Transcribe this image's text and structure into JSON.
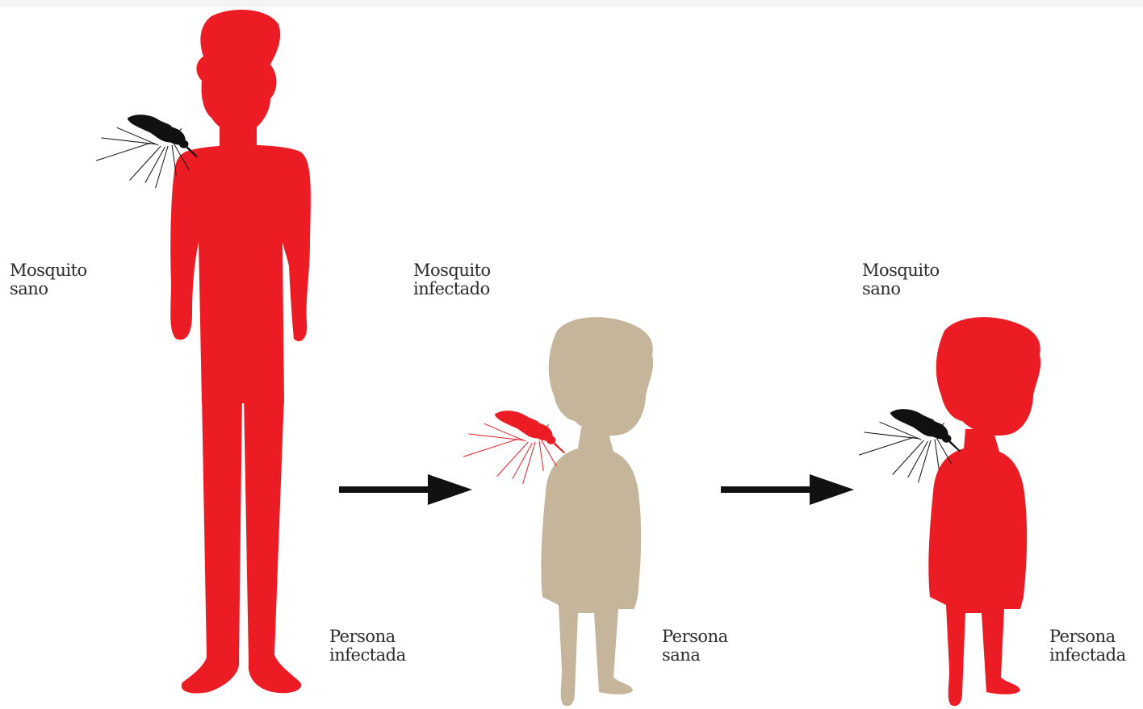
{
  "colors": {
    "infected": "#ec1c24",
    "healthy": "#c4b59b",
    "healthy_mosquito": "#111111",
    "infected_mosquito": "#ec1c24",
    "arrow": "#111111",
    "text": "#2b2b2b"
  },
  "stages": [
    {
      "mosquito_label": [
        "Mosquito",
        "sano"
      ],
      "person_label": [
        "Persona",
        "infectada"
      ],
      "person_state": "infected",
      "mosquito_state": "healthy"
    },
    {
      "mosquito_label": [
        "Mosquito",
        "infectado"
      ],
      "person_label": [
        "Persona",
        "sana"
      ],
      "person_state": "healthy",
      "mosquito_state": "infected"
    },
    {
      "mosquito_label": [
        "Mosquito",
        "sano"
      ],
      "person_label": [
        "Persona",
        "infectada"
      ],
      "person_state": "infected",
      "mosquito_state": "healthy"
    }
  ],
  "icons": [
    "adult-silhouette",
    "child-silhouette",
    "mosquito-icon",
    "arrow-right-icon"
  ]
}
